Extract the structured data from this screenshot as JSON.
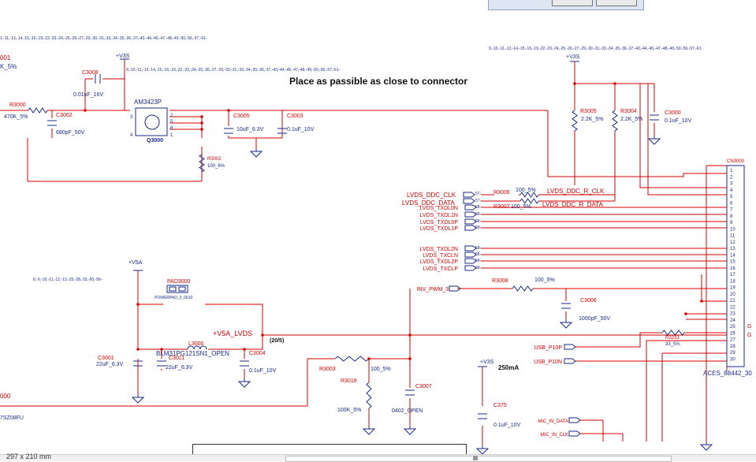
{
  "dialog": {
    "visible": true
  },
  "statusbar": {
    "measurement": "297 x 210 mm"
  },
  "header_note": "Place as passible as close to connector",
  "page_refs": {
    "left_top": "1,-11,-13,-14,-15,-16,-19,-22,-23,-24,-25,-26,-27,-29,-30,-31,-33,-34,-35,-36,-37,-43,-44,-45,-47,-48,-49,-50,-56,-57,-61-",
    "mid_top": "9,-10,-11,-13,-14,-15,-16,-19,-22,-23,-24,-25,-26,-27,-29,-30,-31,-33,-34,-35,-36,-37,-43,-44,-45,-47,-48,-49,-50,-56,-57,-61-",
    "right_top": "9,-10,-11,-13,-14,-15,-16,-19,-22,-23,-24,-25,-26,-27,-29,-30,-31,-33,-34,-35,-36,-37,-43,-44,-45,-47,-48,-49,-50,-56,-57,-61",
    "v5a": "8,-9,-10,-11,-12,-13,-25,-28,-33,-50,-56-"
  },
  "rails": {
    "v3s_a": "+V3S",
    "v3s_b": "+V3S",
    "v3s_c": "+V3S",
    "v5a": "+V5A",
    "v5a_lvds": "+V5A_LVDS",
    "v5a_lvds_ref": "(20/5)",
    "current": "250mA"
  },
  "left_fragments": {
    "r_top": "001",
    "r_val": "K_5%",
    "bottom_net": "000",
    "bottom_part": "7SZ08FU"
  },
  "components": {
    "c3008": {
      "ref": "C3008",
      "val": "0.01uF_16V"
    },
    "r3000": {
      "ref": "R3000",
      "val": "470K_5%"
    },
    "c3002": {
      "ref": "C3002",
      "val": "680pF_50V"
    },
    "q3000": {
      "part": "AM3423P",
      "ref": "Q3000"
    },
    "c3005": {
      "ref": "C3005",
      "val": "10uF_6.3V"
    },
    "c3003": {
      "ref": "C3003",
      "val": "0.1uF_10V"
    },
    "r3002": {
      "ref": "R3002",
      "val": "100_6%"
    },
    "r3005": {
      "ref": "R3005",
      "val": "2.2K_5%"
    },
    "r3004": {
      "ref": "R3004",
      "val": "2.2K_5%"
    },
    "c3000": {
      "ref": "C3000",
      "val": "0.1uF_10V"
    },
    "r3006": {
      "ref": "R3006",
      "val": "100_5%"
    },
    "r3007": {
      "ref": "R3007",
      "val": "100_5%"
    },
    "r3008": {
      "ref": "R3008",
      "val": "100_5%"
    },
    "c3006": {
      "ref": "C3006",
      "val": "1000pF_50V"
    },
    "pad3000": {
      "ref": "PAD3000",
      "val": "POWERPAD_2_0610"
    },
    "l3000": {
      "ref": "L3000",
      "val": "BLM31PG121SN1_OPEN"
    },
    "c3001": {
      "ref": "C3001",
      "val": "22uF_6.3V"
    },
    "c3011": {
      "ref": "C3011",
      "val": "22uF_6.3V"
    },
    "c3004": {
      "ref": "C3004",
      "val": "0.1uF_10V"
    },
    "r3003": {
      "ref": "R3003",
      "val": "100_5%"
    },
    "r3018": {
      "ref": "R3018",
      "val": "100K_5%"
    },
    "c3007": {
      "ref": "C3007",
      "val": "0402_OPEN"
    },
    "c375": {
      "ref": "C375",
      "val": "0.1uF_10V"
    },
    "r3233": {
      "ref": "R3233",
      "val": "33_5%"
    },
    "cn3000": {
      "ref": "CN3000",
      "part": "ACES_88442_30"
    }
  },
  "nets": {
    "ddc_clk": "LVDS_DDC_CLK",
    "ddc_data": "LVDS_DDC_DATA",
    "ddc_r_clk": "LVDS_DDC_R_CLK",
    "ddc_r_data": "LVDS_DDC_R_DATA",
    "txdl0n": "LVDS_TXDL0N",
    "txdl1n": "LVDS_TXDL1N",
    "txdl0p": "LVDS_TXDL0P",
    "txdl1p": "LVDS_TXDL1P",
    "txdl2n": "LVDS_TXDL2N",
    "txcln": "LVDS_TXCLN",
    "txdl2p": "LVDS_TXDL2P",
    "txclp": "LVDS_TXCLP",
    "inv_pwm": "INV_PWM_3",
    "usb_p10p": "USB_P10P",
    "usb_p10n": "USB_P10N",
    "mic_in_data": "MIC_IN_DATA",
    "mic_in_clk": "MIC_IN_CLK"
  },
  "net_pages": {
    "ddc_clk": "57-",
    "ddc_data": "57-",
    "txdl0n": "58-",
    "txdl1n": "58-",
    "txdl0p": "58-",
    "txdl1p": "58-",
    "txdl2n": "58-",
    "txcln": "58-",
    "txdl2p": "58-",
    "txclp": "58-"
  },
  "connector_pins": [
    "1",
    "2",
    "3",
    "4",
    "5",
    "6",
    "7",
    "8",
    "9",
    "10",
    "11",
    "12",
    "13",
    "14",
    "15",
    "16",
    "17",
    "18",
    "19",
    "20",
    "21",
    "22",
    "23",
    "24",
    "25",
    "26",
    "27",
    "28",
    "29",
    "30"
  ],
  "pin_numbers": {
    "one": "1",
    "two": "2",
    "three": "3",
    "four": "4",
    "five": "5",
    "six": "6"
  },
  "mark_g": "G",
  "colors": {
    "wire": "#d40000",
    "label": "#d40000",
    "component": "#1a2a8a",
    "power": "#1a2a8a",
    "pin": "#1a2a8a"
  }
}
